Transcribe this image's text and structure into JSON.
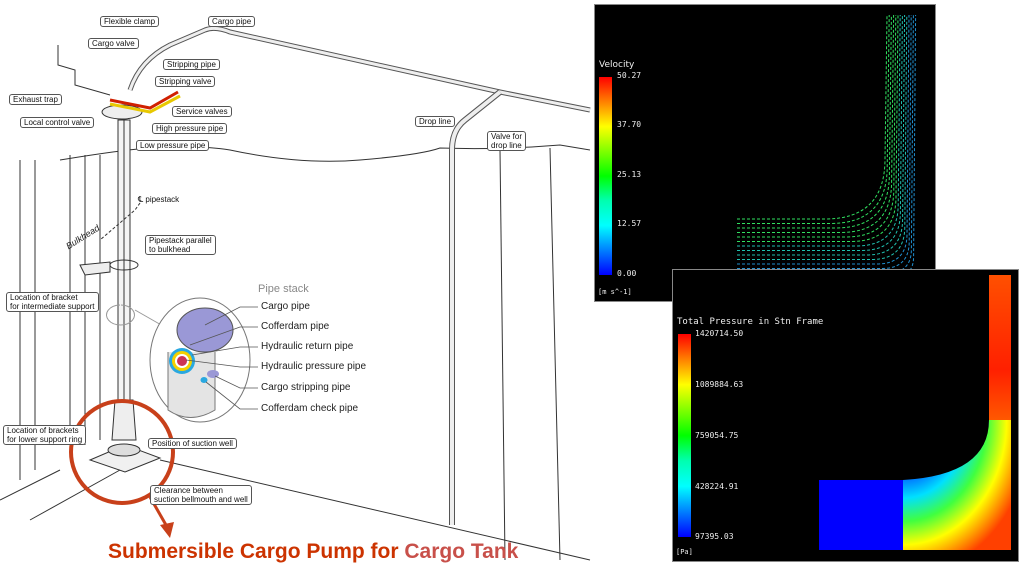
{
  "diagram": {
    "callouts": {
      "flexible_clamp": "Flexible clamp",
      "cargo_pipe": "Cargo pipe",
      "cargo_valve": "Cargo valve",
      "stripping_pipe": "Stripping pipe",
      "stripping_valve": "Stripping valve",
      "exhaust_trap": "Exhaust trap",
      "service_valves": "Service valves",
      "local_control_valve": "Local control valve",
      "high_pressure_pipe": "High pressure pipe",
      "low_pressure_pipe": "Low pressure pipe",
      "drop_line": "Drop line",
      "valve_drop_line_1": "Valve for",
      "valve_drop_line_2": "drop line",
      "pipestack": "pipestack",
      "pipestack_symbol": "℄",
      "bulkhead": "Bulkhead",
      "pipestack_parallel_1": "Pipestack parallel",
      "pipestack_parallel_2": "to bulkhead",
      "bracket_intermediate_1": "Location of bracket",
      "bracket_intermediate_2": "for intermediate support",
      "bracket_lower_1": "Location of brackets",
      "bracket_lower_2": "for lower support ring",
      "suction_well": "Position of suction well",
      "clearance_1": "Clearance between",
      "clearance_2": "suction bellmouth and well"
    },
    "pipe_stack": {
      "heading": "Pipe stack",
      "items": [
        "Cargo pipe",
        "Cofferdam pipe",
        "Hydraulic return pipe",
        "Hydraulic pressure pipe",
        "Cargo stripping pipe",
        "Cofferdam check pipe"
      ]
    },
    "caption_part1": "Submersible Cargo Pump for ",
    "caption_part2": "Cargo Tank",
    "colors": {
      "caption1": "#cc3300",
      "caption2": "#c8504a",
      "highlight": "#c8401a"
    }
  },
  "velocity_plot": {
    "title": "Velocity",
    "ticks": [
      "50.27",
      "37.70",
      "25.13",
      "12.57",
      "0.00"
    ],
    "unit": "[m  s^-1]"
  },
  "pressure_plot": {
    "title": "Total Pressure in Stn Frame",
    "ticks": [
      "1420714.50",
      "1089884.63",
      "759054.75",
      "428224.91",
      "97395.03"
    ],
    "unit": "[Pa]"
  }
}
